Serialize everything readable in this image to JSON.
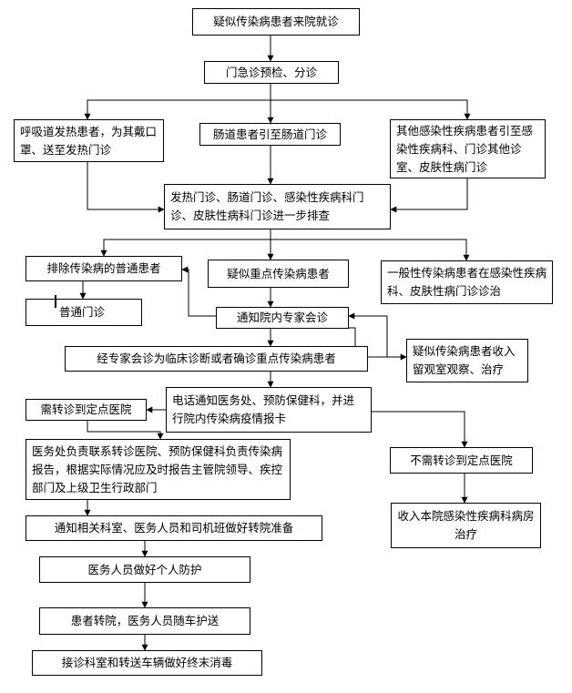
{
  "flowchart": {
    "suspected_arrival": "疑似传染病患者来院就诊",
    "triage": "门急诊预检、分诊",
    "respiratory": "呼吸道发热患者，为其戴口罩、送至发热门诊",
    "intestinal": "肠道患者引至肠道门诊",
    "other_infectious": "其他感染性疾病患者引至感染性疾病科、门诊其他诊室、皮肤性病门诊",
    "screening": "发热门诊、肠道门诊、感染性疾病科门诊、皮肤性病科门诊进一步排查",
    "excluded": "排除传染病的普通患者",
    "normal_clinic": "普通门诊",
    "suspected_key": "疑似重点传染病患者",
    "general_infectious": "一般性传染病患者在感染性疾病科、皮肤性病门诊诊治",
    "expert_consult": "通知院内专家会诊",
    "suspected_observation": "疑似传染病患者收入留观室观察、治疗",
    "diagnosis": "经专家会诊为临床诊断或者确诊重点传染病患者",
    "phone_notify": "电话通知医务处、预防保健科，并进行院内传染病疫情报卡",
    "need_transfer": "需转诊到定点医院",
    "no_transfer": "不需转诊到定点医院",
    "contact_report": "医务处负责联系转诊医院、预防保健科负责传染病报告，根据实际情况应及时报告主管院领导、疾控部门及上级卫生行政部门",
    "admit_ward": "收入本院感染性疾病科病房治疗",
    "prepare_transfer": "通知相关科室、医务人员和司机班做好转院准备",
    "protection": "医务人员做好个人防护",
    "transfer_escort": "患者转院，医务人员随车护送",
    "disinfection": "接诊科室和转送车辆做好终末消毒"
  }
}
